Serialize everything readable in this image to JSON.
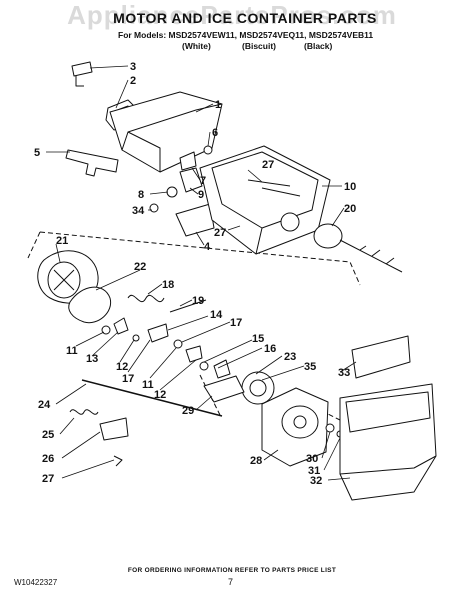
{
  "watermark": "AppliancePartsPros.com",
  "title": "MOTOR AND ICE CONTAINER PARTS",
  "models": "For Models: MSD2574VEW11, MSD2574VEQ11, MSD2574VEB11",
  "variants": [
    "(White)",
    "(Biscuit)",
    "(Black)"
  ],
  "callouts": [
    "3",
    "2",
    "1",
    "5",
    "6",
    "7",
    "8",
    "9",
    "34",
    "27",
    "4",
    "10",
    "20",
    "27",
    "21",
    "22",
    "18",
    "19",
    "11",
    "13",
    "12",
    "17",
    "14",
    "17",
    "11",
    "15",
    "16",
    "12",
    "23",
    "35",
    "33",
    "29",
    "24",
    "25",
    "26",
    "27",
    "28",
    "30",
    "31",
    "32"
  ],
  "footer": "FOR ORDERING INFORMATION REFER TO PARTS PRICE LIST",
  "doc_number": "W10422327",
  "page_number": "7"
}
